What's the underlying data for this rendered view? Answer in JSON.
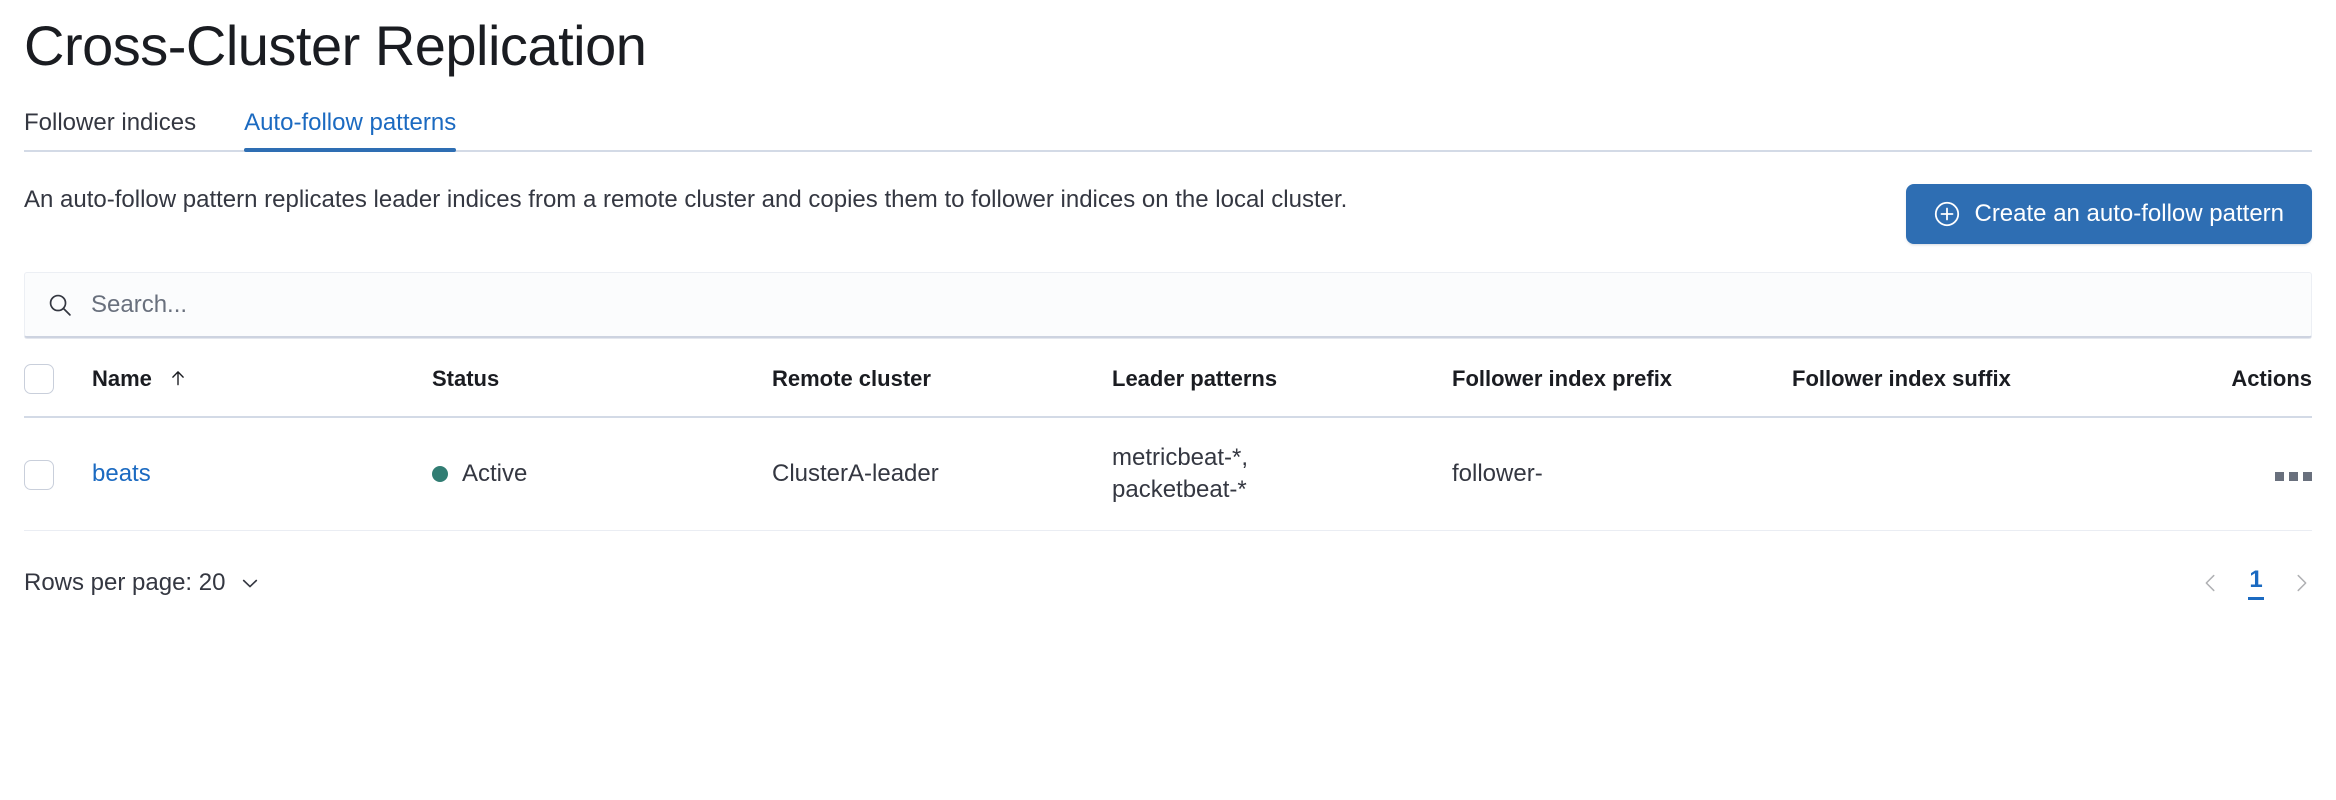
{
  "page": {
    "title": "Cross-Cluster Replication"
  },
  "tabs": [
    {
      "id": "follower-indices",
      "label": "Follower indices",
      "selected": false
    },
    {
      "id": "auto-follow-patterns",
      "label": "Auto-follow patterns",
      "selected": true
    }
  ],
  "intro": {
    "description": "An auto-follow pattern replicates leader indices from a remote cluster and copies them to follower indices on the local cluster.",
    "create_button_label": "Create an auto-follow pattern",
    "create_button_icon": "plus-in-circle-icon"
  },
  "search": {
    "placeholder": "Search...",
    "value": "",
    "icon": "search-icon"
  },
  "table": {
    "columns": [
      {
        "id": "name",
        "label": "Name",
        "sort": "asc",
        "sort_icon": "sort-up-icon"
      },
      {
        "id": "status",
        "label": "Status"
      },
      {
        "id": "remote_cluster",
        "label": "Remote cluster"
      },
      {
        "id": "leader_patterns",
        "label": "Leader patterns"
      },
      {
        "id": "follower_index_prefix",
        "label": "Follower index prefix"
      },
      {
        "id": "follower_index_suffix",
        "label": "Follower index suffix"
      },
      {
        "id": "actions",
        "label": "Actions"
      }
    ],
    "rows": [
      {
        "name": "beats",
        "status": "Active",
        "status_color": "#317d73",
        "remote_cluster": "ClusterA-leader",
        "leader_patterns": "metricbeat-*,\npacketbeat-*",
        "follower_index_prefix": "follower-",
        "follower_index_suffix": "",
        "actions_icon": "boxes-horizontal-icon"
      }
    ]
  },
  "footer": {
    "rows_per_page_label": "Rows per page: 20",
    "rows_per_page_icon": "chevron-down-icon",
    "pagination": {
      "prev_icon": "chevron-left-icon",
      "next_icon": "chevron-right-icon",
      "pages": [
        "1"
      ],
      "current_page": "1"
    }
  },
  "colors": {
    "primary": "#2e6eb3",
    "link": "#1b6ac1",
    "status_active": "#317d73",
    "border": "#d3dae6",
    "text": "#343741"
  }
}
